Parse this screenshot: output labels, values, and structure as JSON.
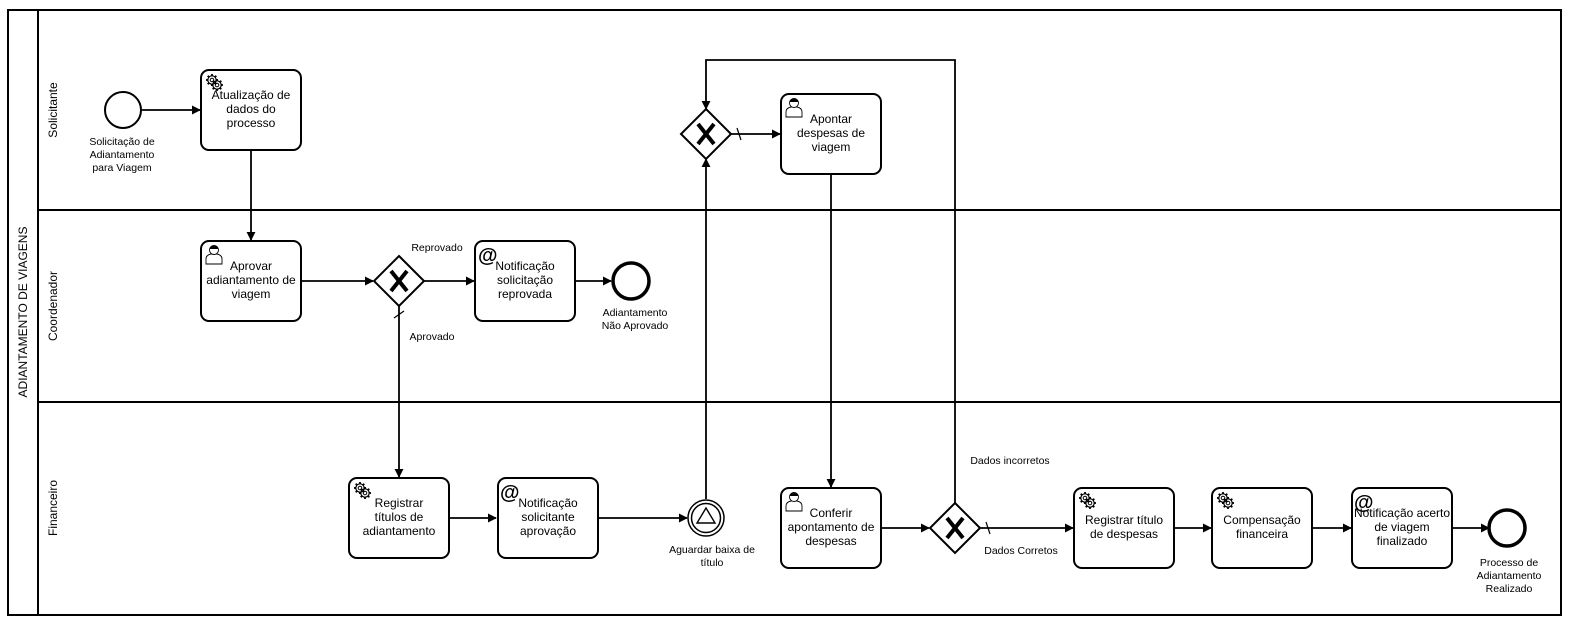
{
  "pool": {
    "title": "ADIANTAMENTO DE VIAGENS"
  },
  "lanes": {
    "solicitante": "Solicitante",
    "coordenador": "Coordenador",
    "financeiro": "Financeiro"
  },
  "events": {
    "start": [
      "Solicitação de",
      "Adiantamento",
      "para Viagem"
    ],
    "end_nao_aprovado": [
      "Adiantamento",
      "Não Aprovado"
    ],
    "intermediate_aguardar": [
      "Aguardar baixa de",
      "título"
    ],
    "end_realizado": [
      "Processo de",
      "Adiantamento",
      "Realizado"
    ]
  },
  "tasks": {
    "atualizacao": [
      "Atualização de",
      "dados do",
      "processo"
    ],
    "apontar": [
      "Apontar",
      "despesas de",
      "viagem"
    ],
    "aprovar": [
      "Aprovar",
      "adiantamento de",
      "viagem"
    ],
    "notif_reprovada": [
      "Notificação",
      "solicitação",
      "reprovada"
    ],
    "registrar_adiant": [
      "Registrar",
      "títulos de",
      "adiantamento"
    ],
    "notif_aprovacao": [
      "Notificação",
      "solicitante",
      "aprovação"
    ],
    "conferir": [
      "Conferir",
      "apontamento de",
      "despesas"
    ],
    "registrar_desp": [
      "Registrar título",
      "de despesas"
    ],
    "compensacao": [
      "Compensação",
      "financeira"
    ],
    "notif_acerto": [
      "Notificação acerto",
      "de viagem",
      "finalizado"
    ]
  },
  "flows": {
    "reprovado": "Reprovado",
    "aprovado": "Aprovado",
    "dados_incorretos": "Dados incorretos",
    "dados_corretos": "Dados Corretos"
  }
}
